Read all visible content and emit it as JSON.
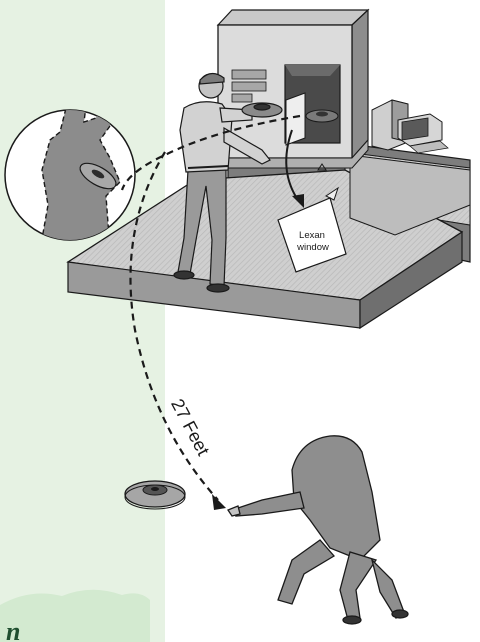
{
  "labels": {
    "window_line1": "Lexan",
    "window_line2": "window",
    "distance": "27 Feet",
    "corner_fragment": "n"
  },
  "colors": {
    "panel_green": "#e6f2e3",
    "ink": "#1a1a1a",
    "dark_gray": "#6f6f6f",
    "mid_gray": "#a3a3a3",
    "light_gray": "#d8d8d8",
    "caption_green": "#1f4f2f"
  },
  "icons": {
    "thrown_disc": "disc-icon",
    "computer": "monitor-icon"
  }
}
